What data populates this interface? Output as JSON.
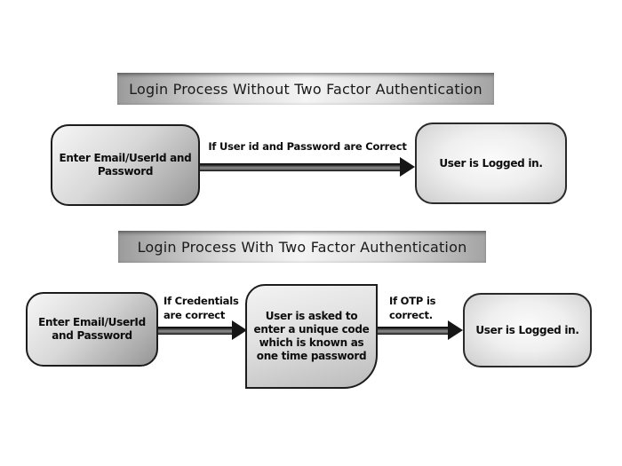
{
  "diagram": {
    "flow1": {
      "title": "Login Process Without Two Factor Authentication",
      "step1_label": "Enter Email/UserId and\nPassword",
      "arrow_label": "If User id and Password are Correct",
      "step2_label": "User is Logged in."
    },
    "flow2": {
      "title": "Login Process With Two Factor Authentication",
      "step1_label": "Enter Email/UserId\nand Password",
      "arrow1_label": "If Credentials\nare correct",
      "step2_label": "User is asked to\nenter a unique code\nwhich is known as\none time password",
      "arrow2_label": "If OTP is\ncorrect.",
      "step3_label": "User is Logged in."
    },
    "colors": {
      "background": "#ffffff",
      "node_border": "#1c1c1c",
      "arrow_dark": "#161616",
      "title_gradient_edge": "#9b9b9b",
      "title_gradient_center": "#f4f4f4",
      "text": "#0d0d0d"
    }
  }
}
